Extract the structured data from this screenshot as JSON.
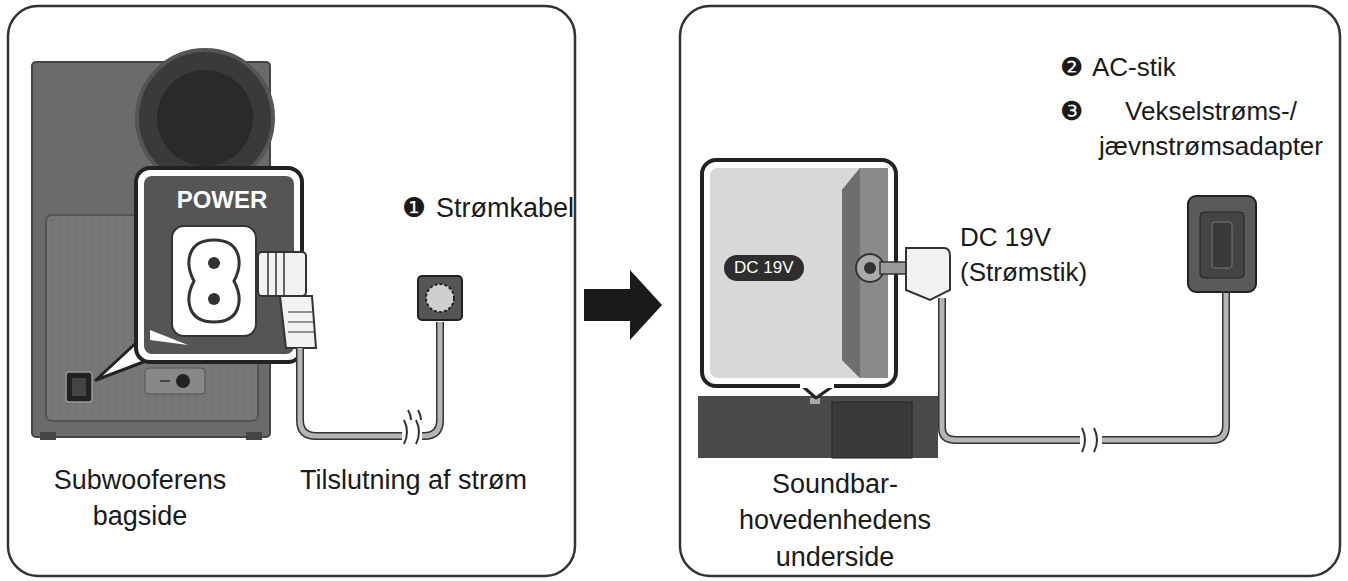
{
  "diagram": {
    "labels": [
      "POWER",
      "❶",
      "Strømkabel",
      "Subwooferens bagside",
      "Tilslutning af strøm",
      "❷",
      "AC-stik",
      "❸",
      "Vekselstrøms-/ jævnstrømsadapter",
      "DC 19V",
      "DC 19V (Strømstik)",
      "Soundbar-hovedenhedens underside"
    ]
  }
}
